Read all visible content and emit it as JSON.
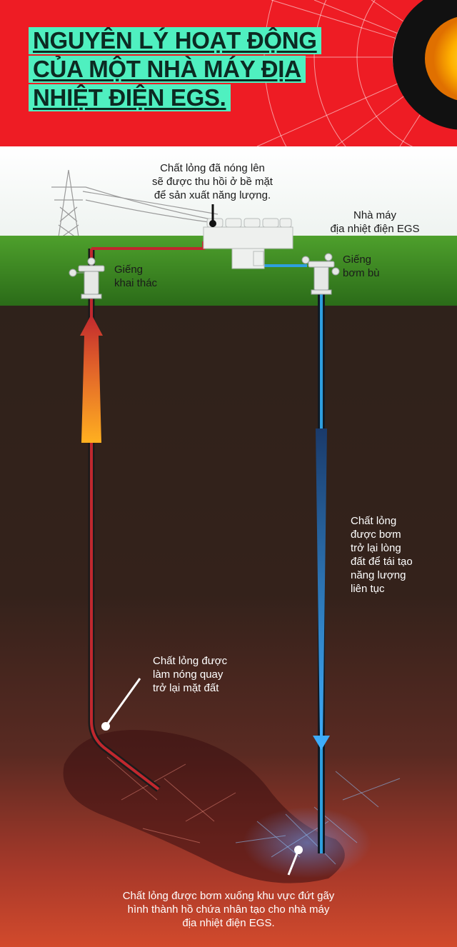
{
  "title": {
    "lines": [
      "NGUYÊN LÝ HOẠT ĐỘNG",
      "CỦA MỘT NHÀ MÁY ĐỊA",
      "NHIỆT ĐIỆN EGS."
    ]
  },
  "labels": {
    "surface_fluid": [
      "Chất lỏng đã nóng lên",
      "sẽ được thu hồi ở bề mặt",
      "để sản xuất năng lượng."
    ],
    "plant": [
      "Nhà máy",
      "địa nhiệt điện EGS"
    ],
    "production_well": [
      "Giếng",
      "khai thác"
    ],
    "injection_well": [
      "Giếng",
      "bơm bù"
    ],
    "injected_fluid": [
      "Chất lỏng",
      "được bơm",
      "trở lại lòng",
      "đất để tái tạo",
      "năng lượng",
      "liên tục"
    ],
    "heated_fluid": [
      "Chất lỏng được",
      "làm nóng quay",
      "trở lại mặt đất"
    ],
    "reservoir": [
      "Chất lỏng được bơm xuống khu vực đứt gãy",
      "hình thành hồ chứa nhân tạo cho nhà máy",
      "địa nhiệt điện EGS."
    ]
  },
  "colors": {
    "header_red": "#ee1c24",
    "title_bg": "#4ff0c0",
    "grass": "#3a8a22",
    "soil_dark": "#2e2019",
    "soil_hot": "#c8402a",
    "hot_pipe": "#c0282e",
    "cold_pipe": "#2e9fe0"
  }
}
